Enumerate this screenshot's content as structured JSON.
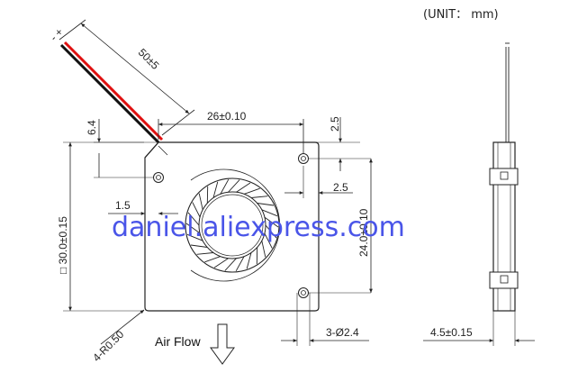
{
  "unit_label": "(UNIT： mm)",
  "watermark": "daniel.aliexpress.com",
  "airflow_label": "Air Flow",
  "wire_polarity": "- +",
  "colors": {
    "wire_red": "#e01010",
    "wire_black": "#111111",
    "watermark": "#4a55e8",
    "line": "#222222"
  },
  "dimensions": {
    "cable_length": "50±5",
    "wire_offset": "6.4",
    "top_width": "26±0.10",
    "top_gap": "2.5",
    "hole_right_gap": "2.5",
    "left_hole_offset": "1.5",
    "overall_height": "□ 30.0±0.15",
    "hole_pitch": "24.0±0.10",
    "corner_radius": "4-R0.50",
    "hole_diameter": "3-Ø2.4",
    "thickness": "4.5±0.15"
  }
}
